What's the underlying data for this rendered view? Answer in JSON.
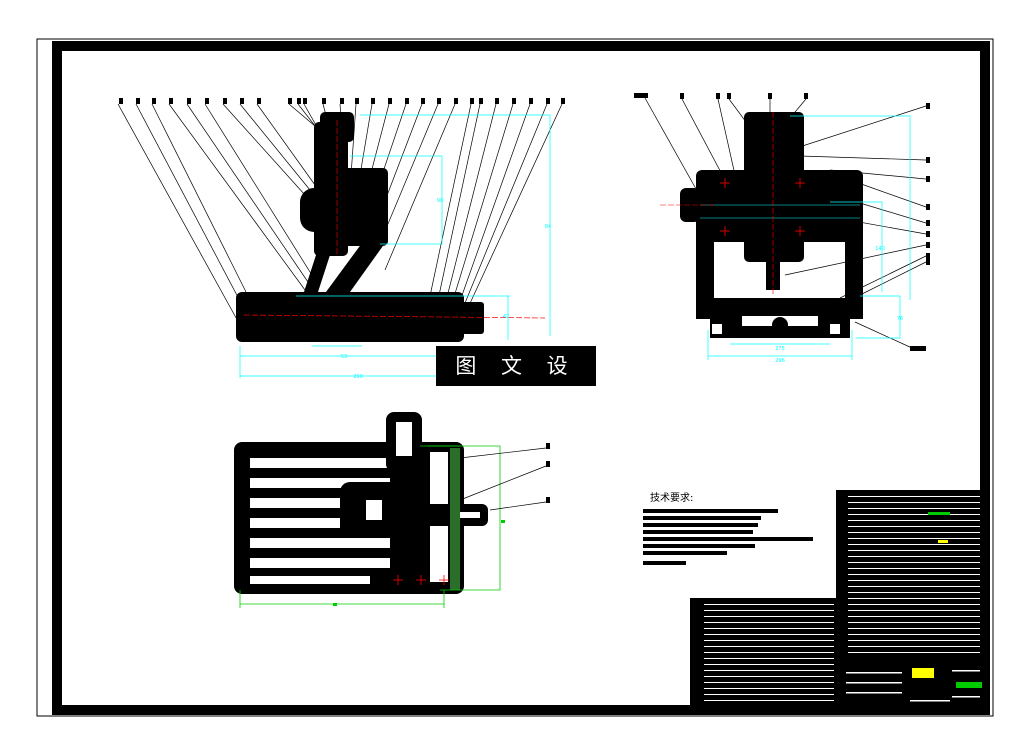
{
  "drawing": {
    "watermark_text": "图 文 设 计",
    "technical_requirements_title": "技术要求:",
    "colors": {
      "sheet_border": "#000000",
      "part_fill": "#000000",
      "dimension": "#00ffff",
      "centerline": "#ff0000",
      "leader": "#000000",
      "plan_dimension": "#00cc00",
      "highlight_yellow": "#ffff00",
      "highlight_green": "#00cc00"
    },
    "views": [
      {
        "name": "front-view",
        "dimensions": [
          "250",
          "53",
          "84",
          "98",
          "42"
        ]
      },
      {
        "name": "side-view",
        "dimensions": [
          "275",
          "296",
          "140",
          "76"
        ]
      },
      {
        "name": "top-view",
        "dimensions": []
      }
    ]
  }
}
